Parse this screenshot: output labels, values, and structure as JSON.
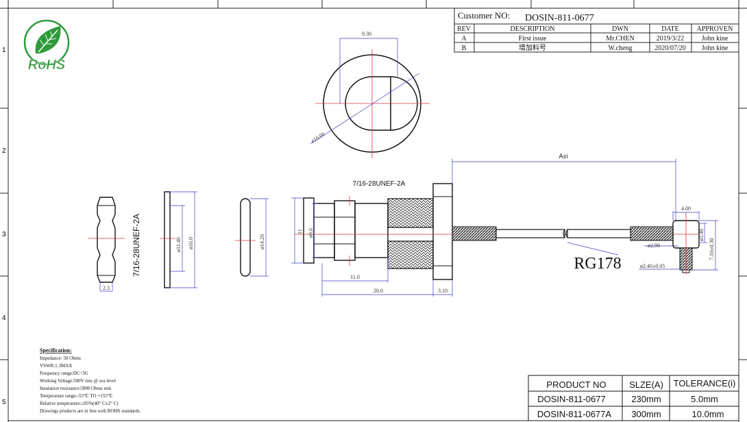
{
  "title_block": {
    "customer_label": "Customer NO:",
    "customer_no": "DOSIN-811-0677",
    "headers": [
      "REV",
      "DESCRIPTION",
      "DWN",
      "DATE",
      "APPROVEN"
    ],
    "rows": [
      [
        "A",
        "First issue",
        "Mr.CHEN",
        "2019/3/22",
        "John kine"
      ],
      [
        "B",
        "增加料号",
        "W.cheng",
        "2020/07/20",
        "John kine"
      ]
    ]
  },
  "logo": {
    "text": "RoHS",
    "color": "#2e9a3a"
  },
  "row_markers": [
    "1",
    "2",
    "3",
    "4",
    "5"
  ],
  "dimensions": {
    "top_width": "9.30",
    "top_dia": "ø16.00",
    "overall": "A±i",
    "thread_main": "7/16-28UNEF-2A",
    "thread_nut": "7/16-28UNEF-2A",
    "nut_width": "2.3",
    "washer_id": "ø11.40",
    "washer_od": "ø16.0",
    "spacer": "ø14.20",
    "body_h": "11",
    "body_d": "ø9.6",
    "len_11": "11.0",
    "len_20": "20.0",
    "flange": "3.10",
    "plug_w": "4.00",
    "plug_d": "ø3.40",
    "plug_h": "7.10±0.30",
    "cable_d": "ø2.90",
    "pin_d": "ø2.40±0.05",
    "cable_name": "RG178"
  },
  "spec": {
    "heading": "Specification:",
    "lines": [
      "Impedance: 50 Ohms",
      "VSWR:1.3MAX",
      "Frequency range:DC~3G",
      "Working Voltage:500V rms @ sea level",
      "Insulation resistance:5000 Ohms min",
      "Temperature range:-55℃ TO +155℃",
      "Relative temperature:≤95%(40° C±2° C)",
      "Drawings products are in line with ROHS standards."
    ]
  },
  "product_table": {
    "headers": [
      "PRODUCT NO",
      "SLZE(A)",
      "TOLERANCE(i)"
    ],
    "rows": [
      [
        "DOSIN-811-0677",
        "230mm",
        "5.0mm"
      ],
      [
        "DOSIN-811-0677A",
        "300mm",
        "10.0mm"
      ]
    ]
  }
}
